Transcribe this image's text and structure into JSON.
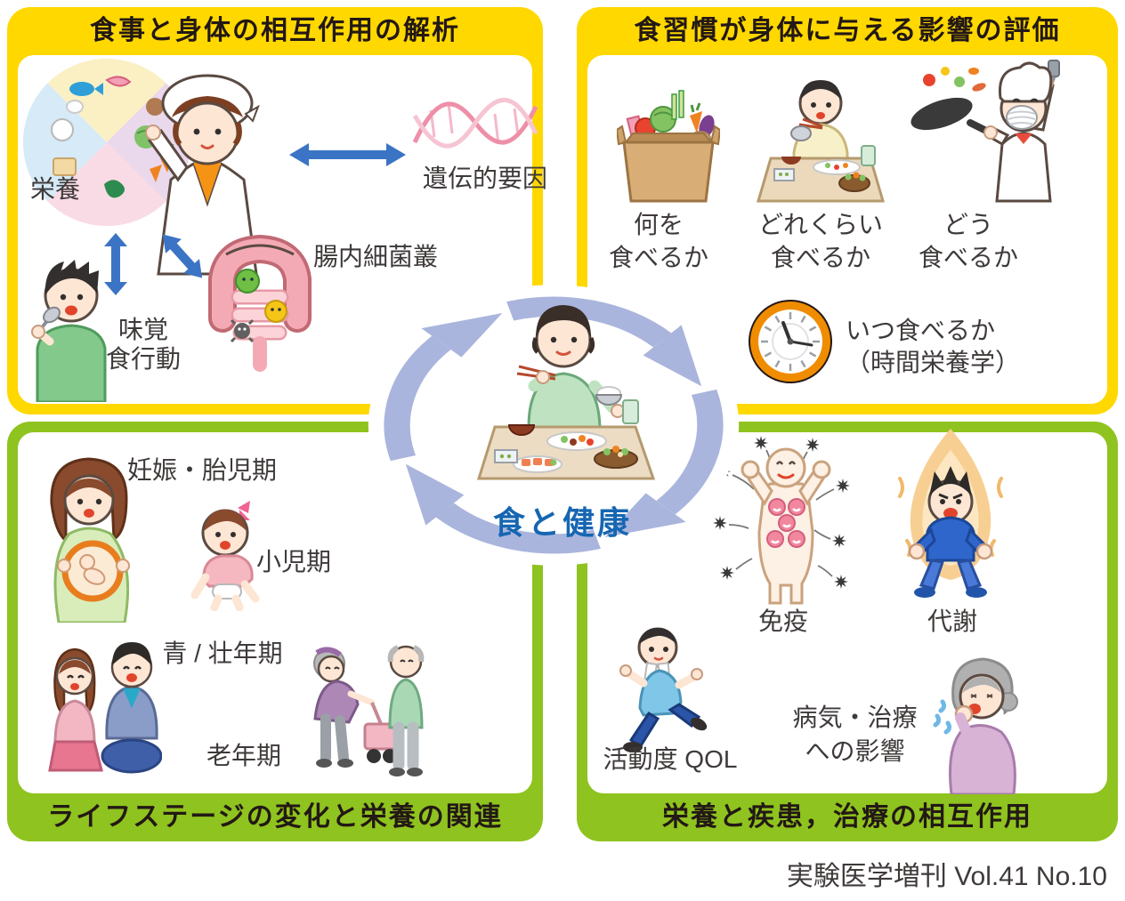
{
  "meta": {
    "caption": "実験医学増刊 Vol.41 No.10"
  },
  "center": {
    "label": "食と健康"
  },
  "colors": {
    "panel_yellow": "#ffd800",
    "panel_green": "#8fc31f",
    "title_text": "#231815",
    "label_text": "#3e3a39",
    "center_label_blue": "#1666b2",
    "cycle_ring": "#aab5dd",
    "double_arrow_blue": "#3b74c4",
    "clock_orange": "#f08c00"
  },
  "quadrants": {
    "top_left": {
      "title": "食事と身体の相互作用の解析",
      "labels": {
        "nutrition": "栄養",
        "genetics": "遺伝的要因",
        "gut_microbiome": "腸内細菌叢",
        "taste": [
          "味覚",
          "食行動"
        ]
      }
    },
    "top_right": {
      "title": "食習慣が身体に与える影響の評価",
      "labels": {
        "what": [
          "何を",
          "食べるか"
        ],
        "how_much": [
          "どれくらい",
          "食べるか"
        ],
        "how": [
          "どう",
          "食べるか"
        ],
        "when": [
          "いつ食べるか",
          "（時間栄養学）"
        ]
      }
    },
    "bottom_left": {
      "title": "ライフステージの変化と栄養の関連",
      "labels": {
        "pregnancy_fetal": "妊娠・胎児期",
        "childhood": "小児期",
        "young_adult": "青 / 壮年期",
        "elderly": "老年期"
      }
    },
    "bottom_right": {
      "title": "栄養と疾患，治療の相互作用",
      "labels": {
        "immunity": "免疫",
        "metabolism": "代謝",
        "activity": "活動度 QOL",
        "disease_treatment": [
          "病気・治療",
          "への影響"
        ]
      }
    }
  }
}
